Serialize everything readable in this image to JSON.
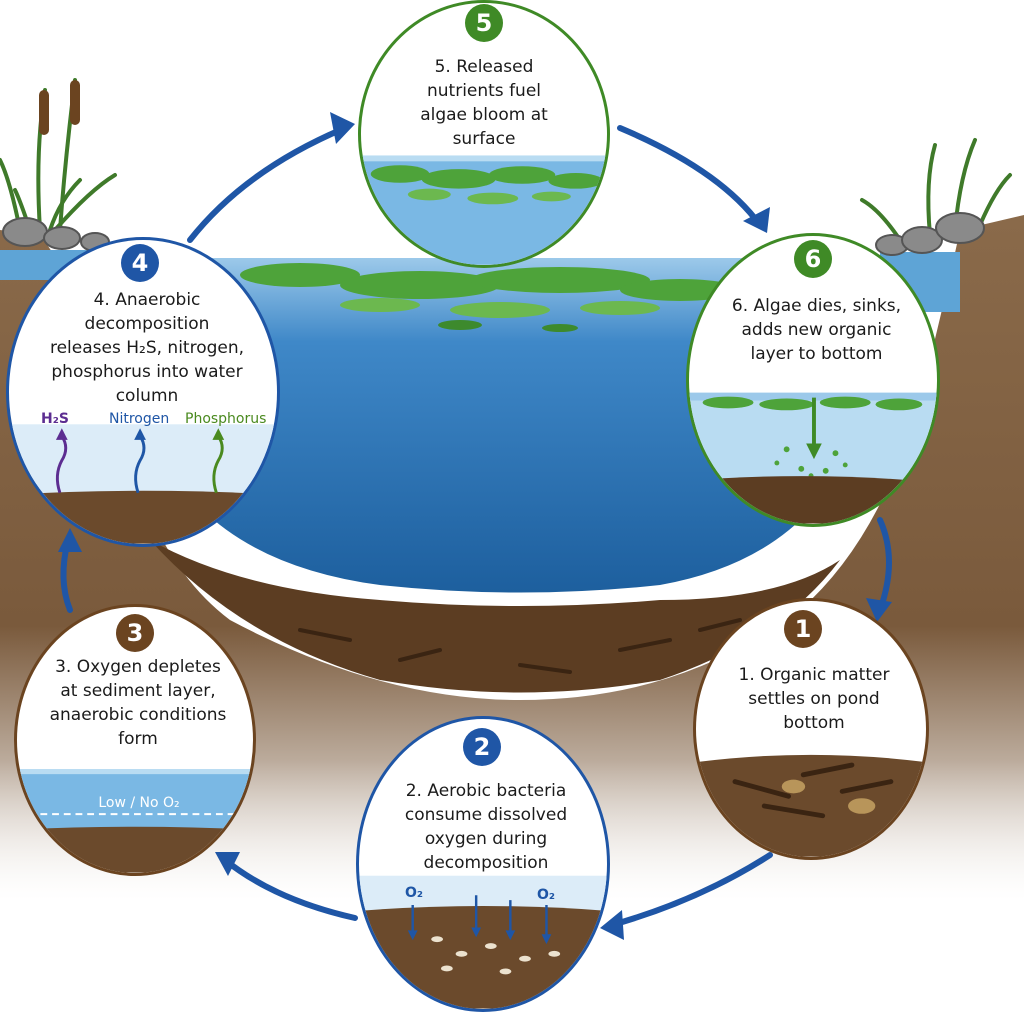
{
  "steps": [
    {
      "num": "1",
      "text": "1. Organic matter settles on pond bottom"
    },
    {
      "num": "2",
      "text": "2. Aerobic bacteria consume dissolved oxygen during decomposition"
    },
    {
      "num": "3",
      "text": "3. Oxygen depletes at sediment layer, anaerobic conditions form"
    },
    {
      "num": "4",
      "text": "4. Anaerobic decomposition releases H₂S, nitrogen, phosphorus into water column"
    },
    {
      "num": "5",
      "text": "5. Released nutrients fuel algae bloom at surface"
    },
    {
      "num": "6",
      "text": "6. Algae dies, sinks, adds new organic layer to bottom"
    }
  ],
  "step2_labels": {
    "o2_left": "O₂",
    "o2_right": "O₂"
  },
  "step3_labels": {
    "low_o2": "Low / No O₂"
  },
  "step4_labels": {
    "h2s": "H₂S",
    "nitrogen": "Nitrogen",
    "phosphorus": "Phosphorus"
  },
  "colors": {
    "step1": "#6b4420",
    "step2": "#1f56a6",
    "step3": "#6b4420",
    "step4": "#1f56a6",
    "step5": "#3f8a26",
    "step6": "#3f8a26",
    "cycle_arrow": "#1f56a6",
    "water": "#3f88c8",
    "sediment": "#6b4a2c",
    "algae": "#4ea33a",
    "h2s": "#5c2d91",
    "nitrogen": "#1f56a6",
    "phosphorus": "#4a8a1f"
  }
}
